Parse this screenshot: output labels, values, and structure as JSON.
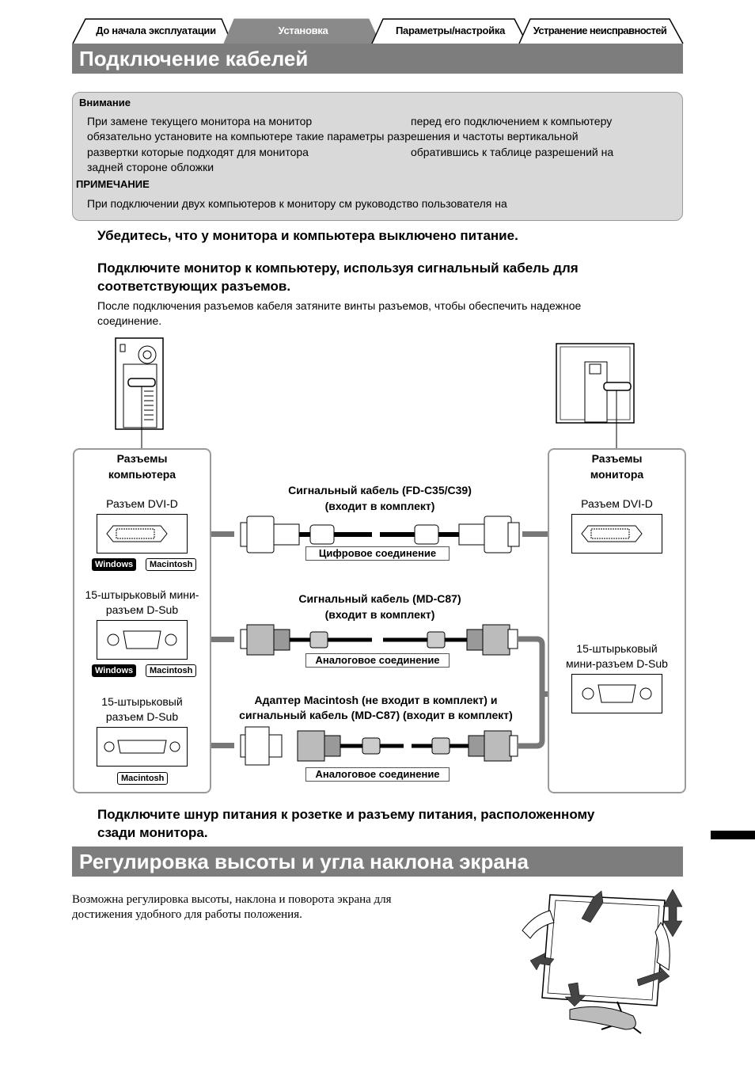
{
  "tabs": [
    {
      "label": "До начала эксплуатации",
      "active": false
    },
    {
      "label": "Установка",
      "active": true
    },
    {
      "label": "Параметры/настройка",
      "active": false
    },
    {
      "label": "Устранение неисправностей",
      "active": false
    }
  ],
  "section1": {
    "title": "Подключение кабелей"
  },
  "note": {
    "attention_heading": "Внимание",
    "attention_lines": [
      "При замене текущего монитора на монитор",
      "перед его подключением к компьютеру",
      "обязательно установите на компьютере такие параметры разрешения и частоты вертикальной",
      "развертки  которые подходят для монитора",
      "обратившись к таблице разрешений  на",
      "задней стороне обложки"
    ],
    "remark_heading": "ПРИМЕЧАНИЕ",
    "remark_line": "При подключении двух компьютеров к монитору см  руководство пользователя на"
  },
  "steps": {
    "step1": "Убедитесь, что у монитора и компьютера выключено питание.",
    "step2_line1": "Подключите монитор к компьютеру, используя сигнальный кабель для",
    "step2_line2": "соответствующих разъемов.",
    "step2_desc_line1": "После подключения разъемов кабеля затяните винты разъемов, чтобы обеспечить надежное",
    "step2_desc_line2": "соединение.",
    "step3_line1": "Подключите шнур питания к розетке и разъему питания, расположенному",
    "step3_line2": "сзади монитора."
  },
  "diagram": {
    "pc_panel_title_1": "Разъемы",
    "pc_panel_title_2": "компьютера",
    "mon_panel_title_1": "Разъемы",
    "mon_panel_title_2": "монитора",
    "pc_dvi": "Разъем DVI-D",
    "pc_minidsub_1": "15-штырьковый мини-",
    "pc_minidsub_2": "разъем D-Sub",
    "pc_dsub_1": "15-штырьковый",
    "pc_dsub_2": "разъем D-Sub",
    "mon_dvi": "Разъем DVI-D",
    "mon_dsub_1": "15-штырьковый",
    "mon_dsub_2": "мини-разъем D-Sub",
    "badge_windows": "Windows",
    "badge_macintosh": "Macintosh",
    "cable1_line1": "Сигнальный кабель (FD-C35/C39)",
    "cable1_line2": "(входит в комплект)",
    "cable1_caption": "Цифровое соединение",
    "cable2_line1": "Сигнальный кабель (MD-C87)",
    "cable2_line2": "(входит в комплект)",
    "cable2_caption": "Аналоговое соединение",
    "cable3_line1": "Адаптер Macintosh (не входит в комплект) и",
    "cable3_line2": "сигнальный кабель (MD-C87) (входит в комплект)",
    "cable3_caption": "Аналоговое соединение"
  },
  "section2": {
    "title": "Регулировка высоты и угла наклона экрана",
    "text_line1": "Возможна регулировка высоты, наклона и поворота экрана для",
    "text_line2": "достижения удобного для работы положения."
  }
}
